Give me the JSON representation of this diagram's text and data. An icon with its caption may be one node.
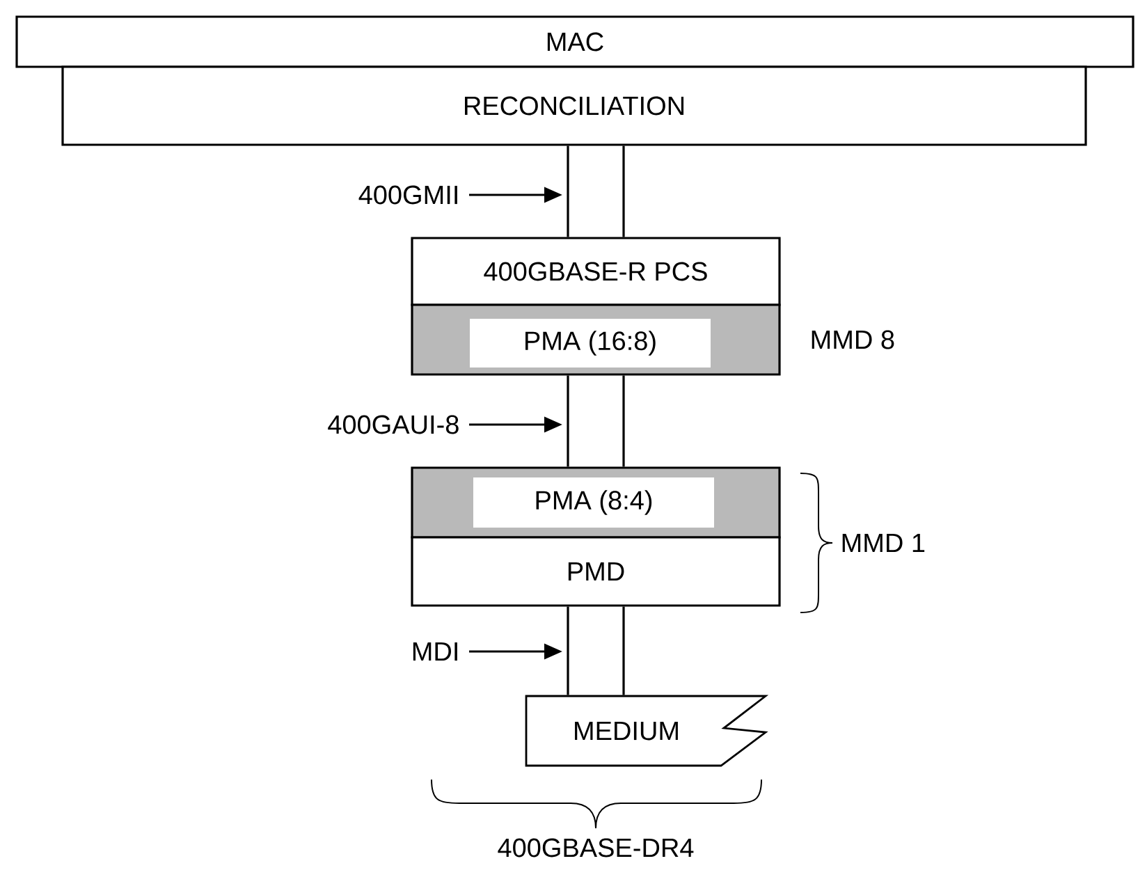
{
  "diagram": {
    "nodes": [
      {
        "text": [
          "MAC"
        ]
      },
      {
        "text": [
          "RECONCILIATION"
        ]
      },
      {
        "text": [
          "400GBASE-R PCS"
        ]
      },
      {
        "text": [
          "PMA (16:8)"
        ]
      },
      {
        "text": [
          "PMA (8:4)"
        ]
      },
      {
        "text": [
          "PMD"
        ]
      },
      {
        "text": [
          "MEDIUM"
        ]
      },
      {
        "text": [
          "400GMII"
        ]
      },
      {
        "text": [
          "400GAUI-8"
        ]
      },
      {
        "text": [
          "MDI"
        ]
      }
    ],
    "edges": [
      {
        "from": 1,
        "to": 2,
        "arrow": "none"
      },
      {
        "from": 3,
        "to": 4,
        "arrow": "none"
      },
      {
        "from": 5,
        "to": 6,
        "arrow": "none"
      },
      {
        "from": 7,
        "to": null,
        "arrow": "to"
      },
      {
        "from": 8,
        "to": null,
        "arrow": "to"
      },
      {
        "from": 9,
        "to": null,
        "arrow": "to"
      }
    ],
    "labels": [
      "MMD 8",
      "MMD 1",
      "400GBASE-DR4"
    ]
  }
}
